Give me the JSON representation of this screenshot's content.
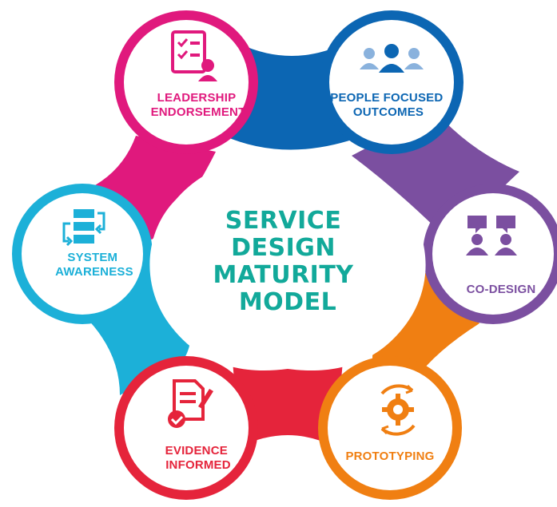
{
  "title": {
    "lines": [
      "SERVICE",
      "DESIGN",
      "MATURITY",
      "MODEL"
    ],
    "color": "#12a99a"
  },
  "nodes": [
    {
      "key": "leadership",
      "lines": [
        "LEADERSHIP",
        "ENDORSEMENT"
      ],
      "color": "#e0197d",
      "icon": "checklist-person-icon"
    },
    {
      "key": "people",
      "lines": [
        "PEOPLE FOCUSED",
        "OUTCOMES"
      ],
      "color": "#0c66b3",
      "icon": "people-group-icon"
    },
    {
      "key": "codesign",
      "lines": [
        "CO-DESIGN"
      ],
      "color": "#7b4fa0",
      "icon": "two-people-speech-icon"
    },
    {
      "key": "prototyping",
      "lines": [
        "PROTOTYPING"
      ],
      "color": "#f07f12",
      "icon": "gear-cycle-icon"
    },
    {
      "key": "evidence",
      "lines": [
        "EVIDENCE",
        "INFORMED"
      ],
      "color": "#e5243b",
      "icon": "document-check-icon"
    },
    {
      "key": "system",
      "lines": [
        "SYSTEM",
        "AWARENESS"
      ],
      "color": "#1cb0d8",
      "icon": "system-flow-icon"
    }
  ]
}
